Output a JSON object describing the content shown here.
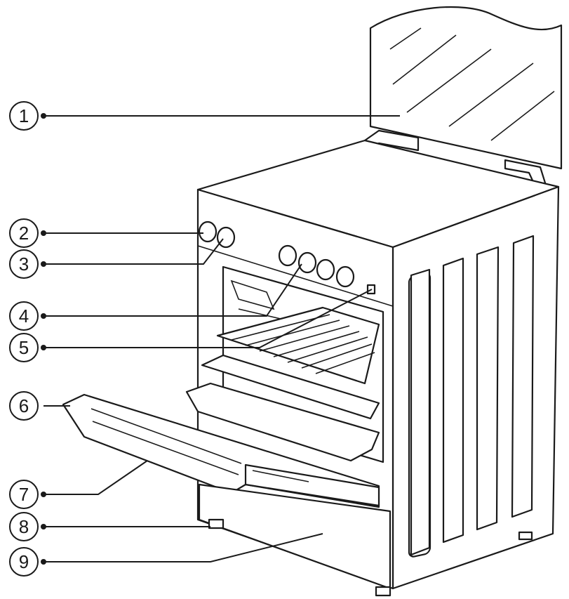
{
  "diagram": {
    "callouts": [
      {
        "id": "1",
        "label": "1"
      },
      {
        "id": "2",
        "label": "2"
      },
      {
        "id": "3",
        "label": "3"
      },
      {
        "id": "4",
        "label": "4"
      },
      {
        "id": "5",
        "label": "5"
      },
      {
        "id": "6",
        "label": "6"
      },
      {
        "id": "7",
        "label": "7"
      },
      {
        "id": "8",
        "label": "8"
      },
      {
        "id": "9",
        "label": "9"
      }
    ],
    "line_color": "#1a1a1a",
    "background": "#ffffff"
  }
}
